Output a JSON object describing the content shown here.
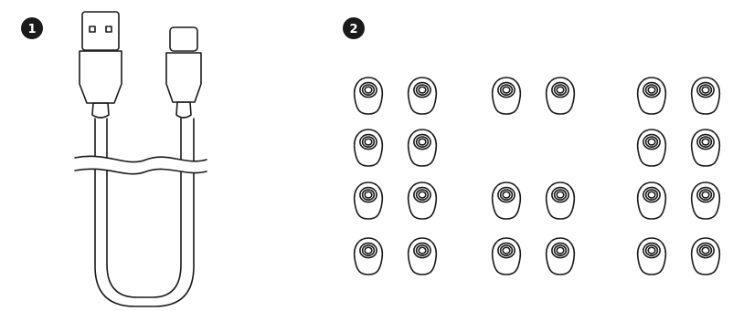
{
  "callouts": [
    {
      "number": "1",
      "item": "usb-cable"
    },
    {
      "number": "2",
      "item": "ear-tips"
    }
  ],
  "ear_tip_groups": [
    {
      "rows": 4,
      "pairs_per_row": 1,
      "filled_rows": [
        true,
        true,
        true,
        true
      ]
    },
    {
      "rows": 4,
      "pairs_per_row": 1,
      "filled_rows": [
        true,
        false,
        true,
        true
      ]
    },
    {
      "rows": 4,
      "pairs_per_row": 1,
      "filled_rows": [
        true,
        true,
        true,
        true
      ]
    }
  ],
  "colors": {
    "ink": "#1a1a1a",
    "badge": "#1a1a1a",
    "background": "#ffffff"
  }
}
